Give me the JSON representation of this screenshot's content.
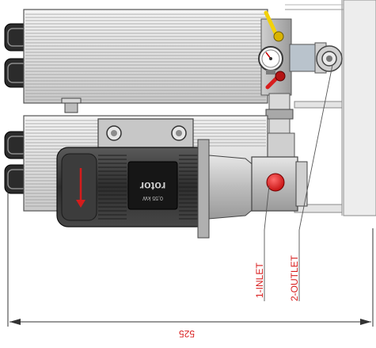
{
  "callouts": {
    "inlet": "1-INLET",
    "outlet": "2-OUTLET"
  },
  "dimension": {
    "width_value": "525"
  },
  "motor": {
    "nameplate_brand": "rotor",
    "nameplate_rating": "0,55 kW"
  },
  "colors": {
    "label_red": "#d81e1e",
    "inlet_marker_red": "#e01818",
    "arrow_red": "#d41c1c",
    "lever_yellow": "#f2d10a",
    "lever_red": "#d81e1e",
    "steel_light": "#e9e9e9",
    "steel_dark": "#4b4b4b",
    "motor_dark": "#3a3a3a"
  }
}
